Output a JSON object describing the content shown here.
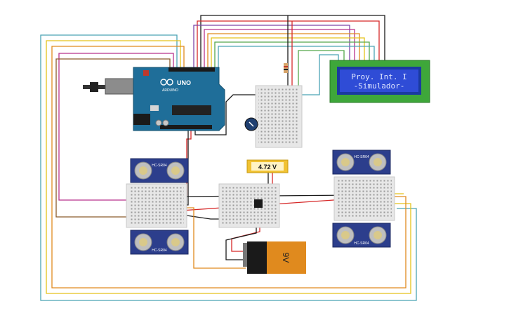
{
  "lcd": {
    "line1": "Proy. Int. I",
    "line2": "-Simulador-"
  },
  "voltmeter": {
    "reading": "4.72 V"
  },
  "battery": {
    "label": "9V"
  },
  "arduino": {
    "brand": "ARDUINO",
    "model": "UNO"
  },
  "sensors": {
    "label": "HC-SR04"
  },
  "colors": {
    "lcd_bg": "#2f4cd6",
    "lcd_text": "#dfe6ff",
    "arduino_board": "#1f6e99",
    "breadboard": "#e7e7e7",
    "sensor_board": "#2c3e8c",
    "wire_red": "#d62828",
    "wire_black": "#1a1a1a",
    "wire_orange": "#e08a1e",
    "wire_yellow": "#e5c21a",
    "wire_magenta": "#b8328c",
    "wire_purple": "#7d45a8",
    "wire_teal": "#4ba3b5",
    "wire_green": "#55a84a",
    "wire_brown": "#8a5a2b"
  }
}
